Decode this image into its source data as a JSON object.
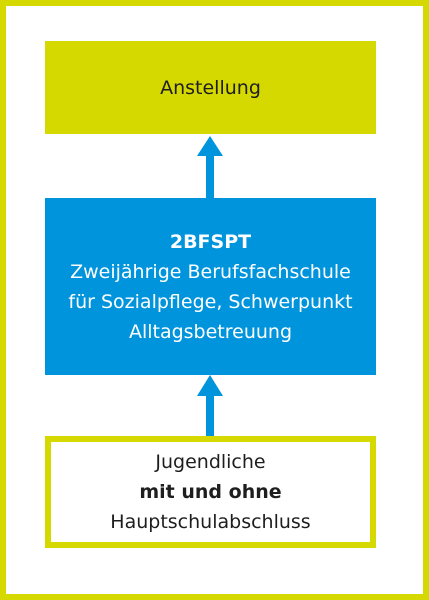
{
  "nodes": {
    "top": {
      "label": "Anstellung"
    },
    "middle": {
      "code": "2BFSPT",
      "line1": "Zweijährige Berufsfachschule",
      "line2": "für Sozialpflege, Schwerpunkt",
      "line3": "Alltagsbetreuung"
    },
    "bottom": {
      "line1": "Jugendliche",
      "line2": "mit und ohne",
      "line3": "Hauptschulabschluss"
    }
  },
  "colors": {
    "frame": "#d6d900",
    "top_fill": "#d6d900",
    "middle_fill": "#0094dc",
    "arrow": "#0094dc",
    "bottom_border": "#d6d900"
  }
}
